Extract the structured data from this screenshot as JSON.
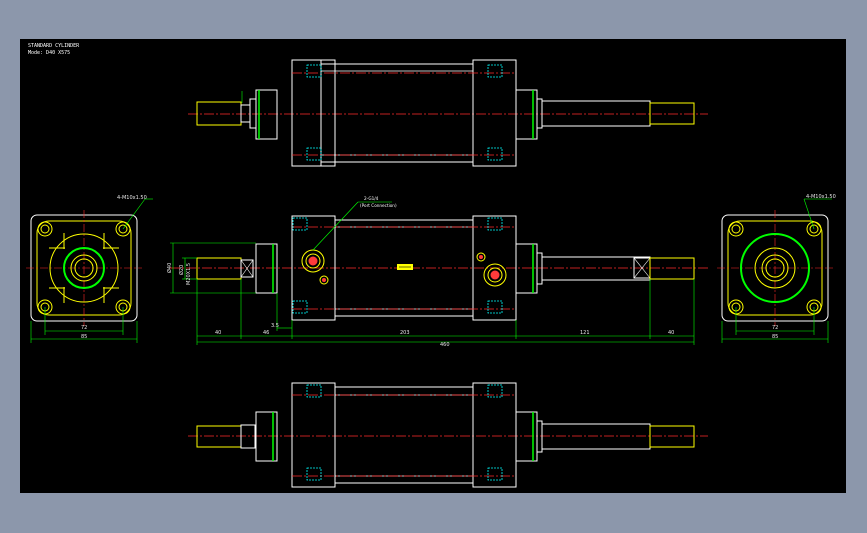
{
  "title_block": {
    "line1": "STANDARD CYLINDER",
    "line2": "Mode: D40 X575"
  },
  "colors": {
    "background": "#000000",
    "outline": "#ffffff",
    "body_line": "#ffff00",
    "centerline": "#ff2a2a",
    "dimension": "#00ff00",
    "leader": "#00ff00",
    "port_fill": "#ff3b3b",
    "thread": "#00ffff",
    "frame": "#8c97ab"
  },
  "callouts": {
    "port_note": "2-G1/4",
    "port_subnote": "(Port Connection)",
    "left_thread": "4-M10x1.50",
    "right_thread": "4-M10x1.50",
    "rod_thread": "M20X1.5",
    "rod_dia": "Ø20",
    "bore_dia": "Ø40"
  },
  "dimensions": {
    "d40": "40",
    "d46": "46",
    "d35": "3.5",
    "d203": "203",
    "d121": "121",
    "d40r": "40",
    "d460": "460",
    "left_inner": "72",
    "left_outer": "85",
    "right_inner": "72",
    "right_outer": "85"
  }
}
